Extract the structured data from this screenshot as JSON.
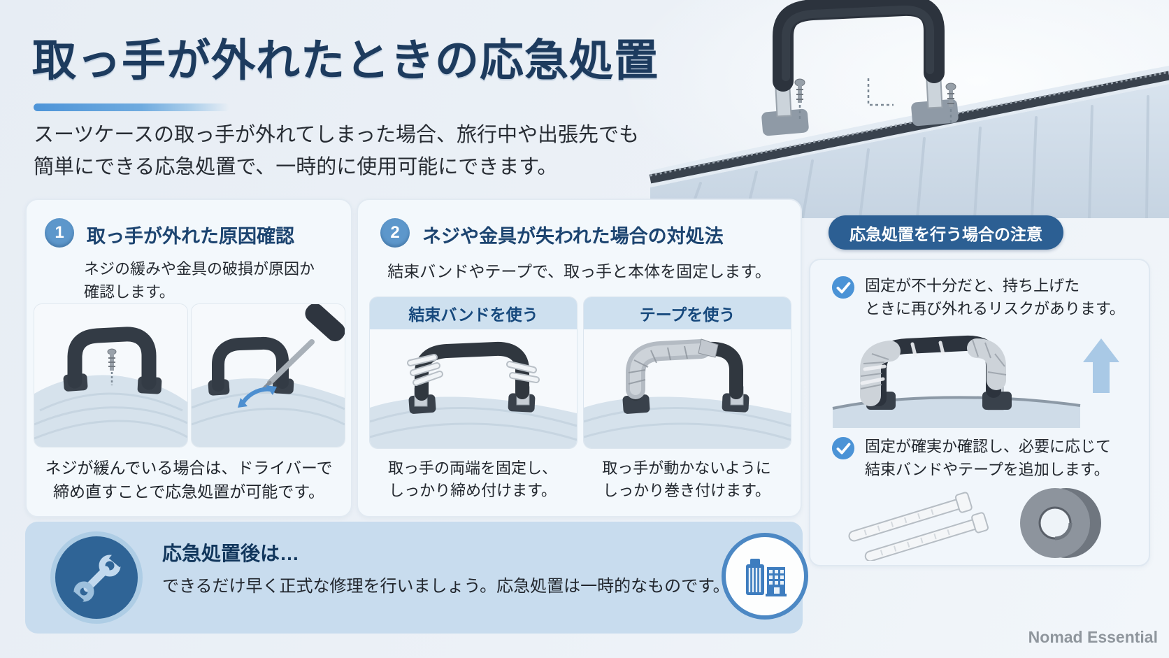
{
  "header": {
    "title": "取っ手が外れたときの応急処置",
    "intro_lines": [
      "スーツケースの取っ手が外れてしまった場合、旅行中や出張先でも",
      "簡単にできる応急処置で、一時的に使用可能にできます。"
    ]
  },
  "steps": [
    {
      "number": "1",
      "title": "取っ手が外れた原因確認",
      "desc_lines": [
        "ネジの緩みや金具の破損が原因か",
        "確認します。"
      ],
      "caption_lines": [
        "ネジが緩んでいる場合は、ドライバーで",
        "締め直すことで応急処置が可能です。"
      ]
    },
    {
      "number": "2",
      "title": "ネジや金具が失われた場合の対処法",
      "desc": "結束バンドやテープで、取っ手と本体を固定します。",
      "methods": [
        {
          "label": "結束バンドを使う",
          "caption_lines": [
            "取っ手の両端を固定し、",
            "しっかり締め付けます。"
          ]
        },
        {
          "label": "テープを使う",
          "caption_lines": [
            "取っ手が動かないように",
            "しっかり巻き付けます。"
          ]
        }
      ]
    }
  ],
  "caution": {
    "title": "応急処置を行う場合の注意",
    "items": [
      {
        "lines": [
          "固定が不十分だと、持ち上げた",
          "ときに再び外れるリスクがあります。"
        ]
      },
      {
        "lines": [
          "固定が確実か確認し、必要に応じて",
          "結束バンドやテープを追加します。"
        ]
      }
    ]
  },
  "footer": {
    "title": "応急処置後は…",
    "text": "できるだけ早く正式な修理を行いましょう。応急処置は一時的なものです。"
  },
  "brand": "Nomad Essential",
  "palette": {
    "navy_title": "#1d3b5e",
    "accent_blue": "#4d94d8",
    "number_circle": "#5d97cb",
    "pill_bg": "#2c5f93",
    "subheader_bg": "#cee0ef",
    "bottom_bar_bg": "#c8dcee",
    "check_blue": "#4b93d6"
  }
}
